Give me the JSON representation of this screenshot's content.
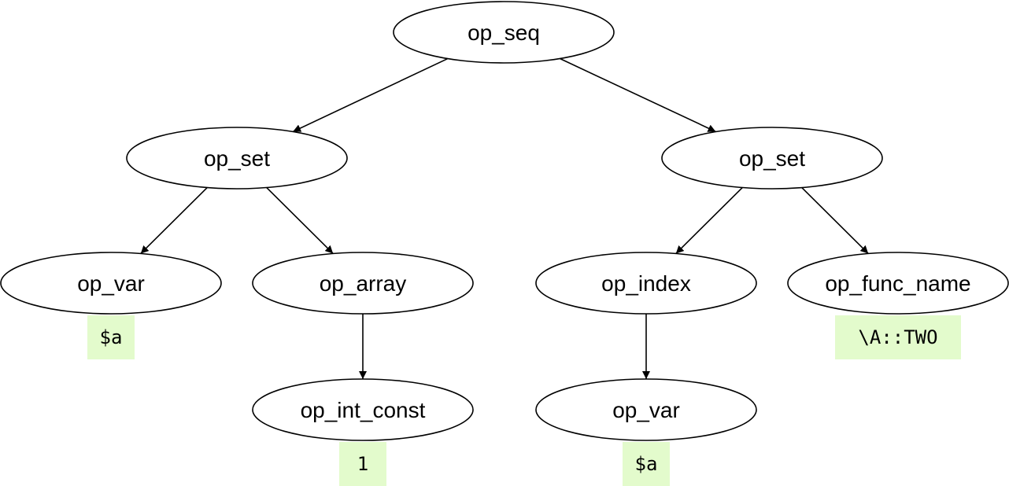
{
  "diagram": {
    "nodes": [
      {
        "id": "root",
        "label": "op_seq"
      },
      {
        "id": "set_left",
        "label": "op_set"
      },
      {
        "id": "set_right",
        "label": "op_set"
      },
      {
        "id": "var_a",
        "label": "op_var",
        "value": "$a"
      },
      {
        "id": "array",
        "label": "op_array"
      },
      {
        "id": "int_const",
        "label": "op_int_const",
        "value": "1"
      },
      {
        "id": "index",
        "label": "op_index"
      },
      {
        "id": "var_b",
        "label": "op_var",
        "value": "$a"
      },
      {
        "id": "func_name",
        "label": "op_func_name",
        "value": "\\A::TWO"
      }
    ],
    "edges": [
      {
        "from": "root",
        "to": "set_left"
      },
      {
        "from": "root",
        "to": "set_right"
      },
      {
        "from": "set_left",
        "to": "var_a"
      },
      {
        "from": "set_left",
        "to": "array"
      },
      {
        "from": "array",
        "to": "int_const"
      },
      {
        "from": "set_right",
        "to": "index"
      },
      {
        "from": "set_right",
        "to": "func_name"
      },
      {
        "from": "index",
        "to": "var_b"
      }
    ],
    "colors": {
      "node_fill": "#ffffff",
      "node_stroke": "#000000",
      "value_tag_fill": "#e3fbcc"
    }
  }
}
